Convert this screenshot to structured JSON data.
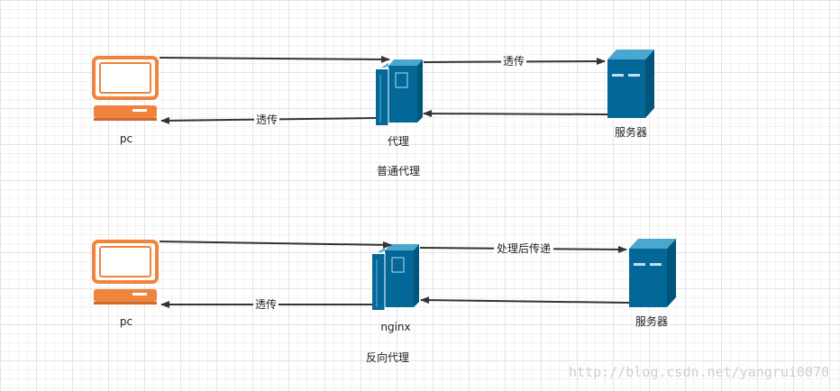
{
  "diagram_1": {
    "pc_label": "pc",
    "proxy_label": "代理",
    "server_label": "服务器",
    "proxy_to_server_edge": "透传",
    "proxy_to_pc_edge": "透传",
    "caption": "普通代理"
  },
  "diagram_2": {
    "pc_label": "pc",
    "proxy_label": "nginx",
    "server_label": "服务器",
    "proxy_to_server_edge": "处理后传递",
    "proxy_to_pc_edge": "透传",
    "caption": "反向代理"
  },
  "watermark": "http://blog.csdn.net/yangrui0070",
  "colors": {
    "pc": "#f0843c",
    "server": "#036897",
    "arrow": "#333333"
  },
  "icons": [
    "pc-icon",
    "proxy-server-icon",
    "server-icon"
  ]
}
